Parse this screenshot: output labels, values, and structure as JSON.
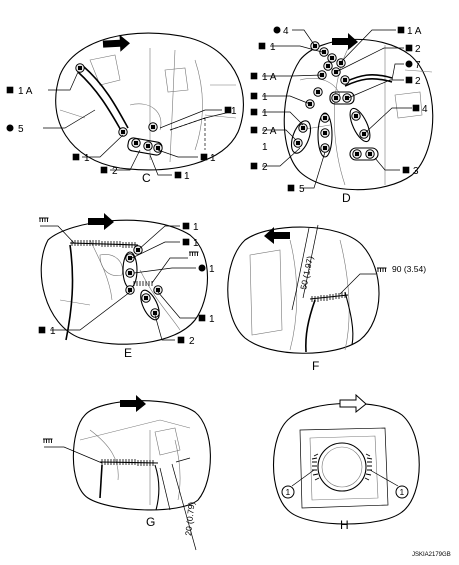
{
  "panels": {
    "C": {
      "caption": "C",
      "labels": [
        "1 A",
        "5",
        "1",
        "1",
        "2",
        "1",
        "1"
      ]
    },
    "D": {
      "caption": "D",
      "labels": [
        "4",
        "1",
        "1 A",
        "2",
        "1 A",
        "7",
        "1",
        "2",
        "1",
        "4",
        "2 A",
        "1",
        "2",
        "5",
        "3"
      ]
    },
    "E": {
      "caption": "E",
      "labels": [
        "1",
        "1",
        "1",
        "1",
        "1",
        "2"
      ]
    },
    "F": {
      "caption": "F",
      "dimension": "50 (1.97)",
      "weld_value": "90 (3.54)"
    },
    "G": {
      "caption": "G",
      "dimension": "20 (0.79)"
    },
    "H": {
      "caption": "H",
      "callout_left": "1",
      "callout_right": "1"
    }
  },
  "figure_code": "JSKIA2179GB"
}
